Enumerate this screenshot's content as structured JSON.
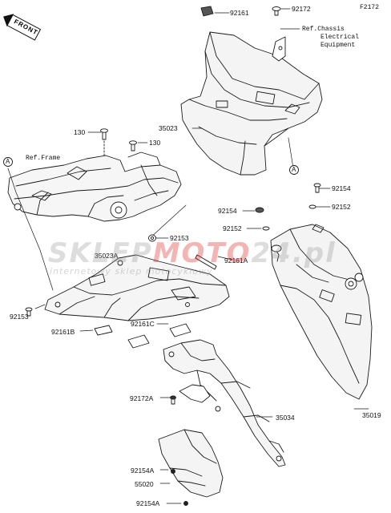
{
  "figure_code": "F2172",
  "front_label": "FRONT",
  "ref_chassis": [
    "Ref.Chassis",
    "Electrical",
    "Equipment"
  ],
  "ref_frame": "Ref.Frame",
  "callout_a": "A",
  "watermark": {
    "main_left": "SKLEP",
    "main_right": "MOTO",
    "main_tld": "24.pl",
    "sub": "internetowy sklep motocyklowy"
  },
  "parts": {
    "p92161_top": "92161",
    "p92172_top": "92172",
    "p35023": "35023",
    "p130_left": "130",
    "p130_right": "130",
    "p92154_right": "92154",
    "p92154_mid": "92154",
    "p92152_right": "92152",
    "p92152_mid": "92152",
    "p92153_mid": "92153",
    "p35023A": "35023A",
    "p92161A": "92161A",
    "p92153_left": "92153",
    "p92161B": "92161B",
    "p92161C": "92161C",
    "p92172A": "92172A",
    "p35034": "35034",
    "p35019": "35019",
    "p92154A_upper": "92154A",
    "p55020": "55020",
    "p92154A_lower": "92154A"
  }
}
